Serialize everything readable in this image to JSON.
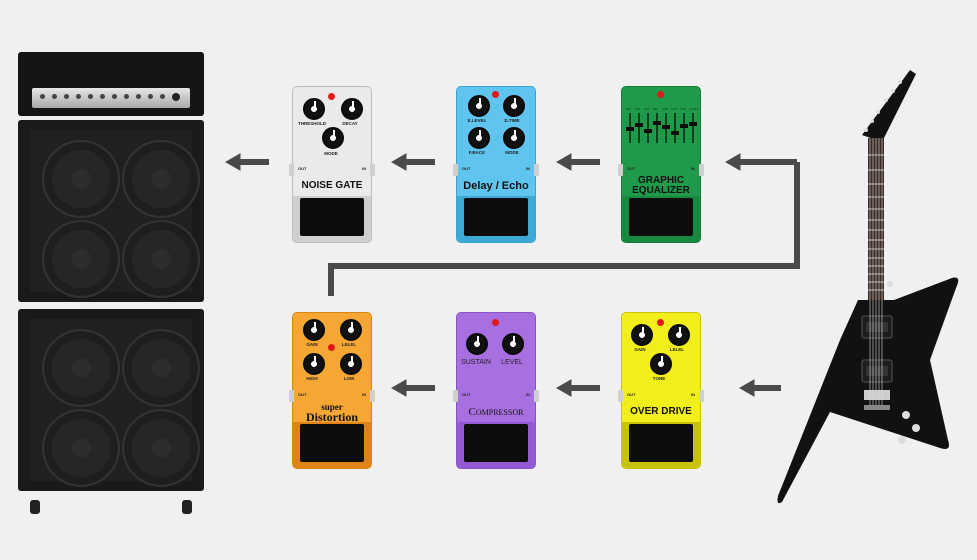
{
  "colors": {
    "background": "#f0f0f0",
    "cable": "#4a4a4a",
    "noise_gate": "#eaeaea",
    "delay": "#5fc4ee",
    "graphic_eq": "#1f9a4a",
    "distortion": "#f6a633",
    "compressor": "#a86fe0",
    "overdrive": "#f2ee1c"
  },
  "top_row": [
    {
      "id": "noise-gate",
      "name": "NOISE GATE",
      "knobs": [
        "THRESHOLD",
        "DECAY",
        "MODE"
      ],
      "io_out": "OUT",
      "io_in": "IN"
    },
    {
      "id": "delay",
      "name": "Delay / Echo",
      "knobs": [
        "E.LEVEL",
        "D.TIME",
        "F.BACK",
        "MODE"
      ],
      "io_out": "OUT",
      "io_in": "IN"
    },
    {
      "id": "graphic-eq",
      "name_line1": "GRAPHIC",
      "name_line2": "EQUALIZER",
      "bands": [
        "100",
        "200",
        "400",
        "800",
        "1.6K",
        "3.2K",
        "6.4K",
        "LEVEL"
      ],
      "io_out": "OUT",
      "io_in": "IN"
    }
  ],
  "bottom_row": [
    {
      "id": "distortion",
      "name_line1": "super",
      "name_line2": "Distortion",
      "knobs": [
        "GAIN",
        "LELEL",
        "HIGH",
        "LOW"
      ],
      "io_out": "OUT",
      "io_in": "IN"
    },
    {
      "id": "compressor",
      "name": "Compressor",
      "knobs": [
        "SUSTAIN",
        "LEVEL"
      ],
      "io_out": "OUT",
      "io_in": "IN"
    },
    {
      "id": "overdrive",
      "name": "OVER DRIVE",
      "knobs": [
        "GAIN",
        "LELEL",
        "TONE"
      ],
      "io_out": "OUT",
      "io_in": "IN"
    }
  ],
  "icons": [
    "amplifier-head-icon",
    "speaker-cabinet-icon",
    "electric-guitar-icon",
    "arrow-left-icon",
    "signal-cable-icon"
  ]
}
